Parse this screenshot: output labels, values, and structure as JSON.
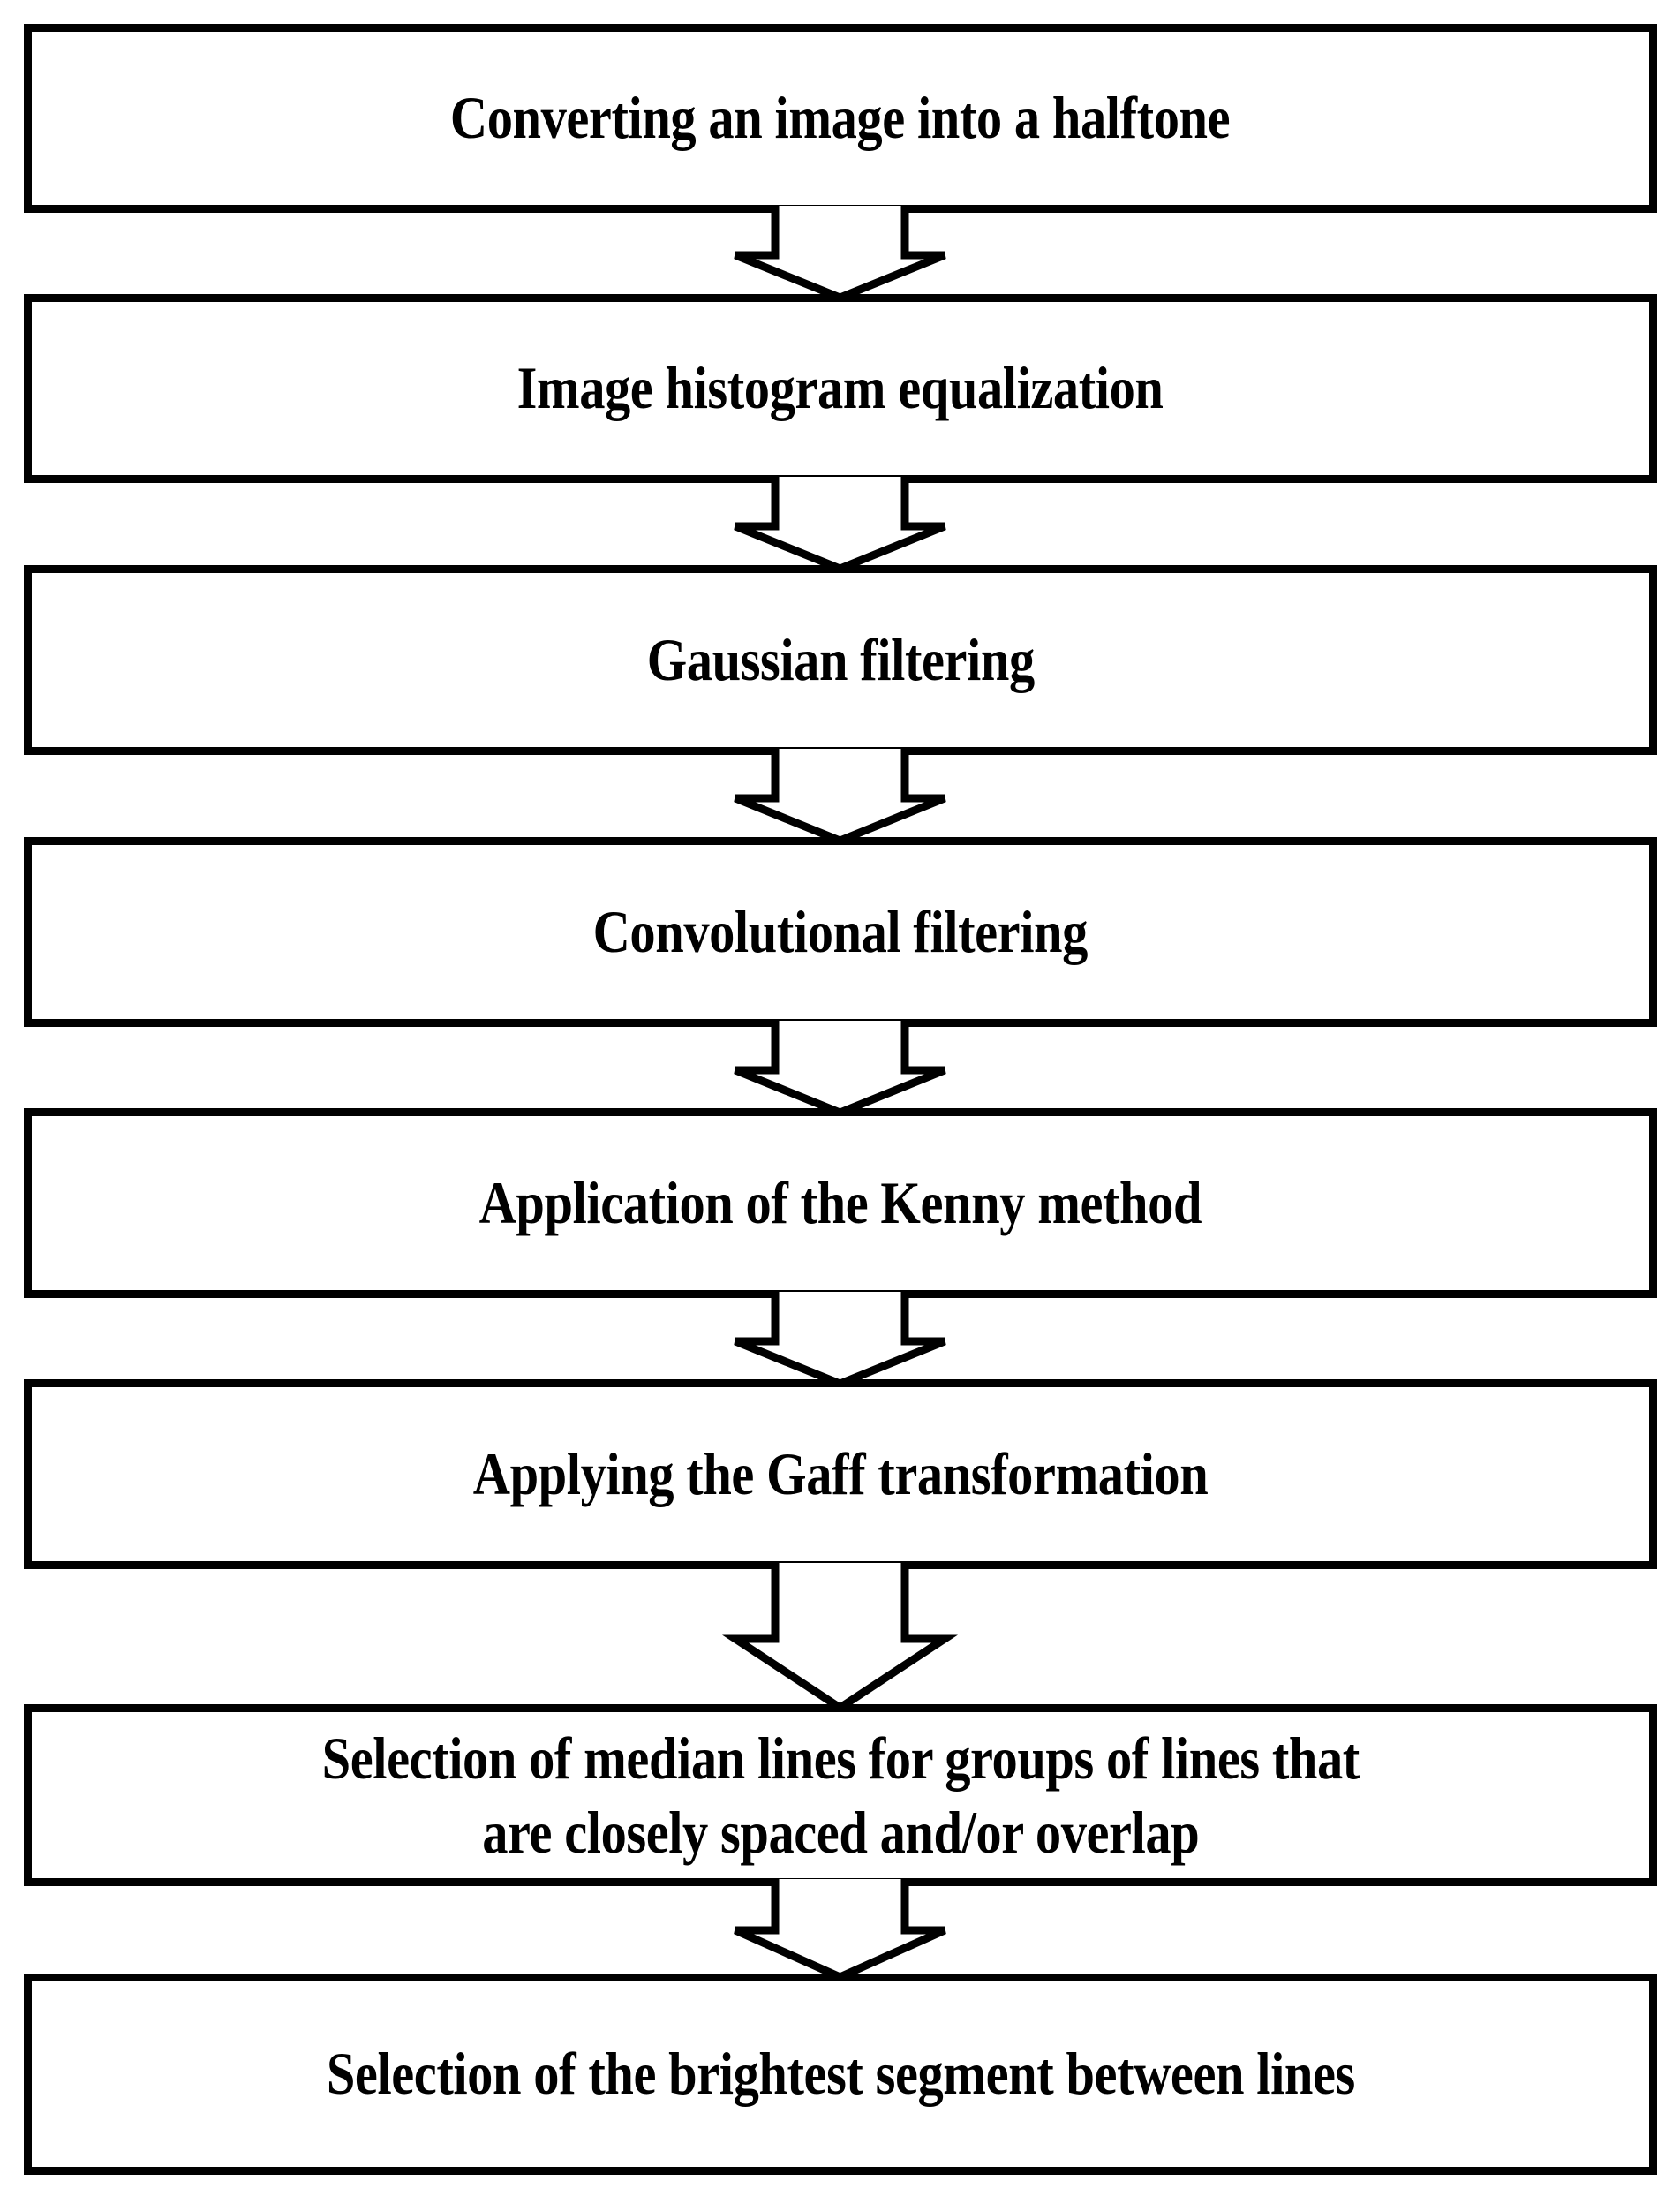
{
  "diagram": {
    "title": "Image processing pipeline flowchart",
    "orientation": "vertical-top-to-bottom",
    "colors": {
      "stroke": "#000000",
      "fill": "#ffffff",
      "text": "#000000"
    },
    "nodes": [
      {
        "id": "step-1",
        "label": "Converting an image into a halftone",
        "shape": "rectangle",
        "lines": 1
      },
      {
        "id": "step-2",
        "label": "Image histogram equalization",
        "shape": "rectangle",
        "lines": 1
      },
      {
        "id": "step-3",
        "label": "Gaussian filtering",
        "shape": "rectangle",
        "lines": 1
      },
      {
        "id": "step-4",
        "label": "Convolutional filtering",
        "shape": "rectangle",
        "lines": 1
      },
      {
        "id": "step-5",
        "label": "Application of the Kenny method",
        "shape": "rectangle",
        "lines": 1
      },
      {
        "id": "step-6",
        "label": "Applying the Gaff transformation",
        "shape": "rectangle",
        "lines": 1
      },
      {
        "id": "step-7",
        "label": "Selection of median lines for groups of lines that\nare closely spaced and/or overlap",
        "shape": "rectangle",
        "lines": 2
      },
      {
        "id": "step-8",
        "label": "Selection of the brightest segment between lines",
        "shape": "rectangle",
        "lines": 1
      }
    ],
    "connectors": [
      {
        "id": "arrow-1-2",
        "from": "step-1",
        "to": "step-2",
        "kind": "hollow-block-arrow",
        "direction": "down"
      },
      {
        "id": "arrow-2-3",
        "from": "step-2",
        "to": "step-3",
        "kind": "hollow-block-arrow",
        "direction": "down"
      },
      {
        "id": "arrow-3-4",
        "from": "step-3",
        "to": "step-4",
        "kind": "hollow-block-arrow",
        "direction": "down"
      },
      {
        "id": "arrow-4-5",
        "from": "step-4",
        "to": "step-5",
        "kind": "hollow-block-arrow",
        "direction": "down"
      },
      {
        "id": "arrow-5-6",
        "from": "step-5",
        "to": "step-6",
        "kind": "hollow-block-arrow",
        "direction": "down"
      },
      {
        "id": "arrow-6-7",
        "from": "step-6",
        "to": "step-7",
        "kind": "hollow-block-arrow",
        "direction": "down"
      },
      {
        "id": "arrow-7-8",
        "from": "step-7",
        "to": "step-8",
        "kind": "hollow-block-arrow",
        "direction": "down"
      }
    ]
  }
}
